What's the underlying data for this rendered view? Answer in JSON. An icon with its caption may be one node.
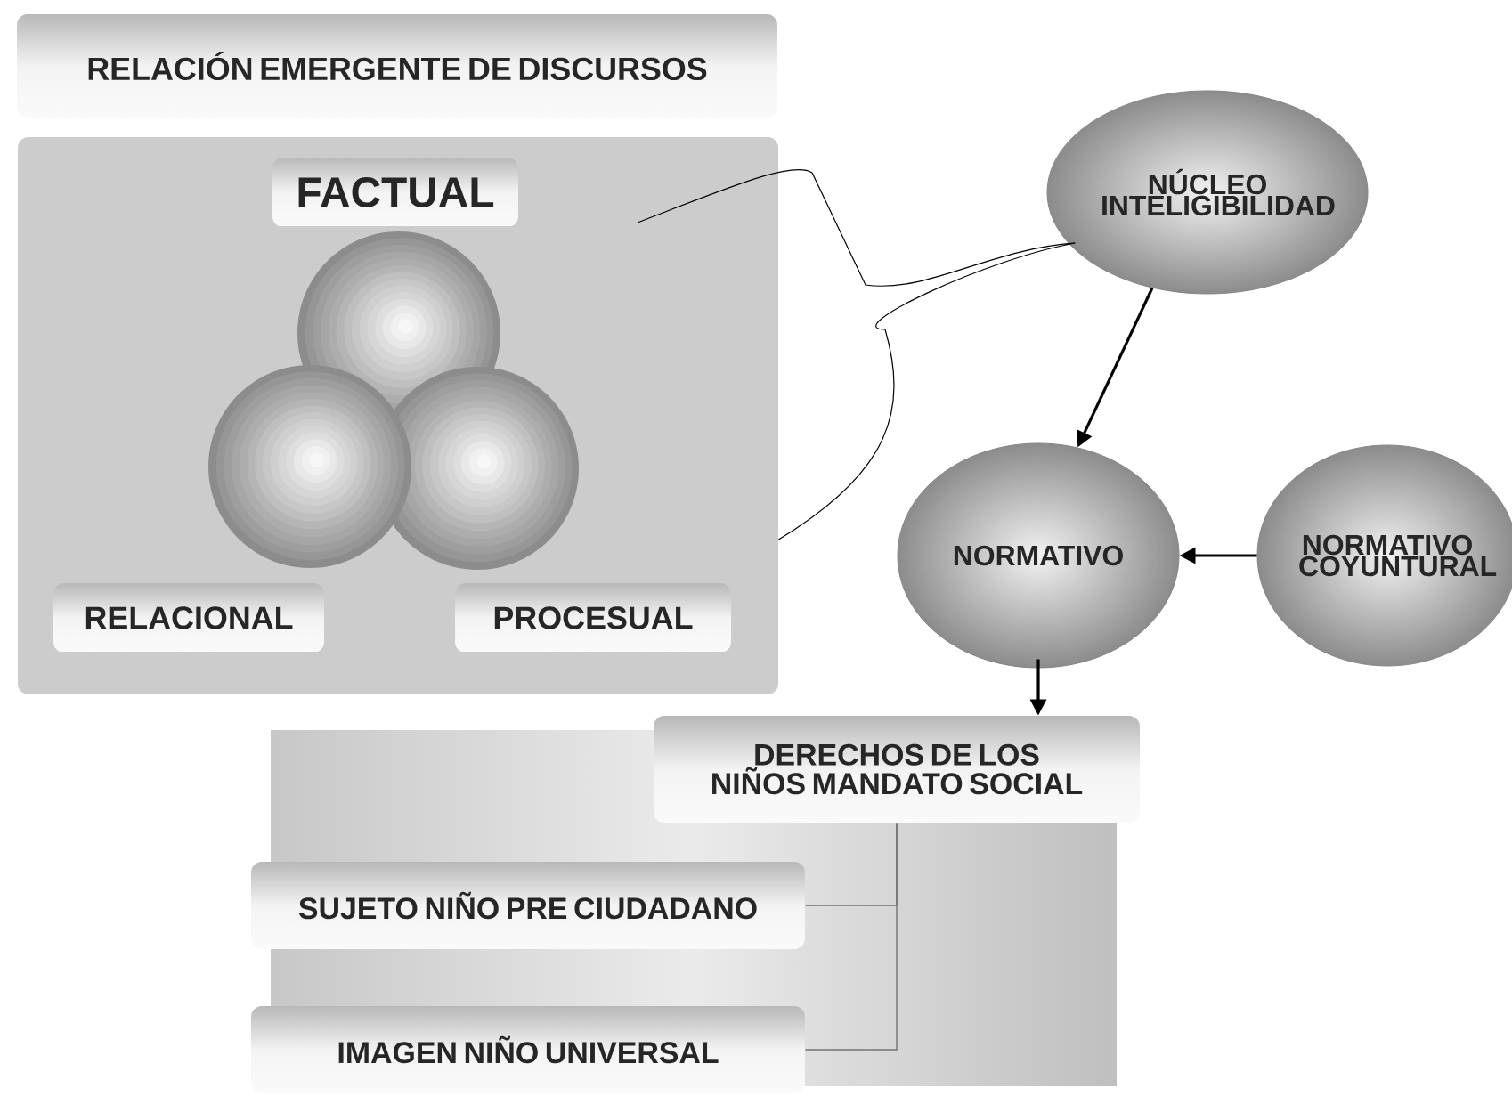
{
  "diagram": {
    "nodes": [
      {
        "text": [
          "RELACIÓN EMERGENTE DE DISCURSOS"
        ]
      },
      {
        "text": [],
        "shape": "box"
      },
      {
        "text": [
          "FACTUAL"
        ],
        "in": 1
      },
      {
        "text": [
          "RELACIONAL"
        ],
        "in": 1
      },
      {
        "text": [
          "PROCESUAL"
        ],
        "in": 1
      },
      {
        "text": [
          "NÚCLEO INTELIGIBILIDAD"
        ]
      },
      {
        "text": [
          "NORMATIVO"
        ]
      },
      {
        "text": [
          "NORMATIVO COYUNTURAL"
        ]
      },
      {
        "text": [
          "DERECHOS DE LOS NIÑOS MANDATO SOCIAL"
        ]
      },
      {
        "text": [
          "SUJETO NIÑO PRE CIUDADANO"
        ]
      },
      {
        "text": [
          "IMAGEN NIÑO UNIVERSAL"
        ]
      }
    ],
    "edges": [
      {
        "from": 5,
        "to": 1,
        "arrow": "none"
      },
      {
        "from": 5,
        "to": 6,
        "arrow": "to"
      },
      {
        "from": 7,
        "to": 6,
        "arrow": "to"
      },
      {
        "from": 6,
        "to": 8,
        "arrow": "to"
      },
      {
        "from": 8,
        "to": 9,
        "arrow": "none",
        "color": "#737373"
      },
      {
        "from": 8,
        "to": 10,
        "arrow": "none",
        "color": "#737373"
      }
    ]
  }
}
